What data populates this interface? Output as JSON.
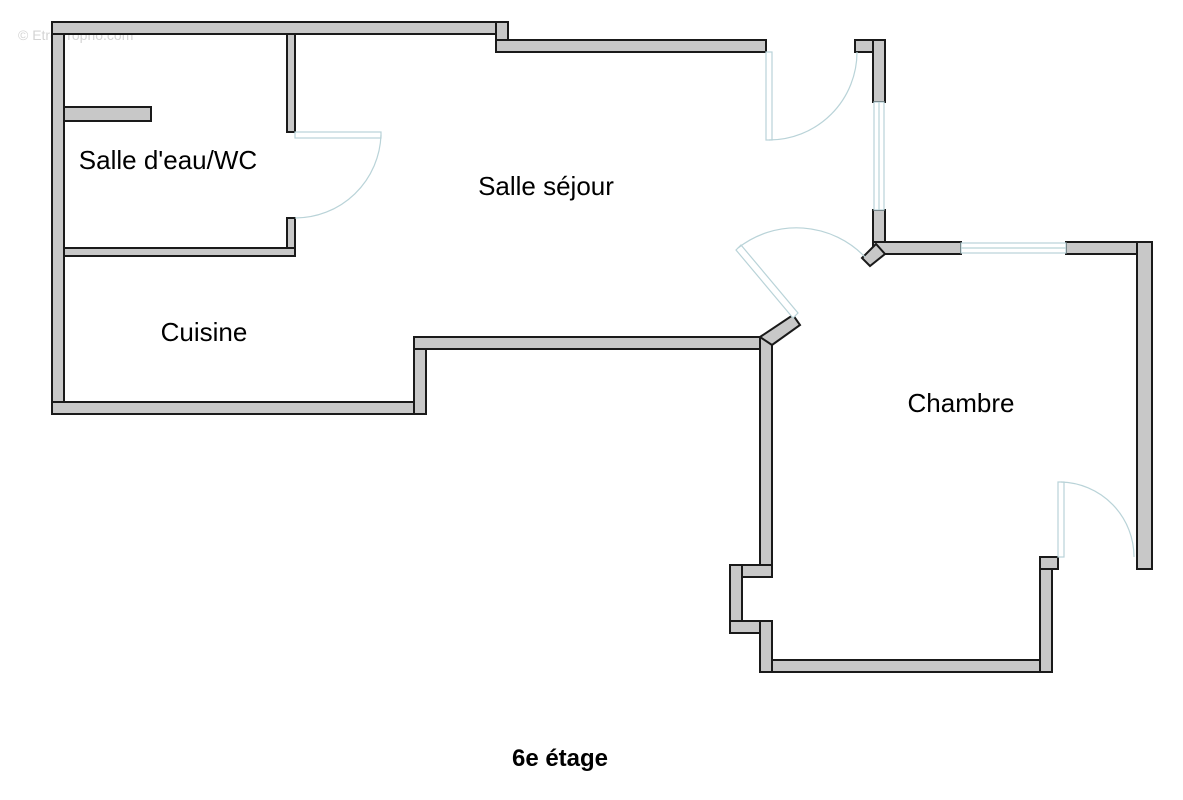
{
  "watermark": "© EtreProprio.com",
  "rooms": [
    {
      "name": "Salle d'eau/WC"
    },
    {
      "name": "Salle séjour"
    },
    {
      "name": "Cuisine"
    },
    {
      "name": "Chambre"
    }
  ],
  "floor_label": "6e étage",
  "colors": {
    "wall_fill": "#c8c8c8",
    "wall_outline": "#1a1a1a",
    "door_window": "#b9d3d8"
  }
}
